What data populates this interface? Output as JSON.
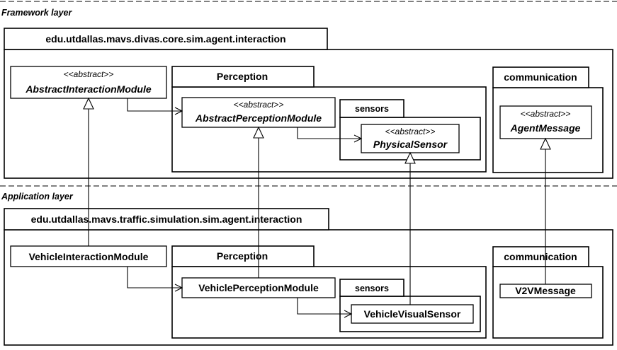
{
  "layers": {
    "framework": "Framework layer",
    "application": "Application layer"
  },
  "framework": {
    "package": "edu.utdallas.mavs.divas.core.sim.agent.interaction",
    "stereotype": "<<abstract>>",
    "interaction_module": "AbstractInteractionModule",
    "perception_package": "Perception",
    "perception_module": "AbstractPerceptionModule",
    "sensors_package": "sensors",
    "sensor": "PhysicalSensor",
    "communication_package": "communication",
    "message": "AgentMessage"
  },
  "application": {
    "package": "edu.utdallas.mavs.traffic.simulation.sim.agent.interaction",
    "interaction_module": "VehicleInteractionModule",
    "perception_package": "Perception",
    "perception_module": "VehiclePerceptionModule",
    "sensors_package": "sensors",
    "sensor": "VehicleVisualSensor",
    "communication_package": "communication",
    "message": "V2VMessage"
  }
}
